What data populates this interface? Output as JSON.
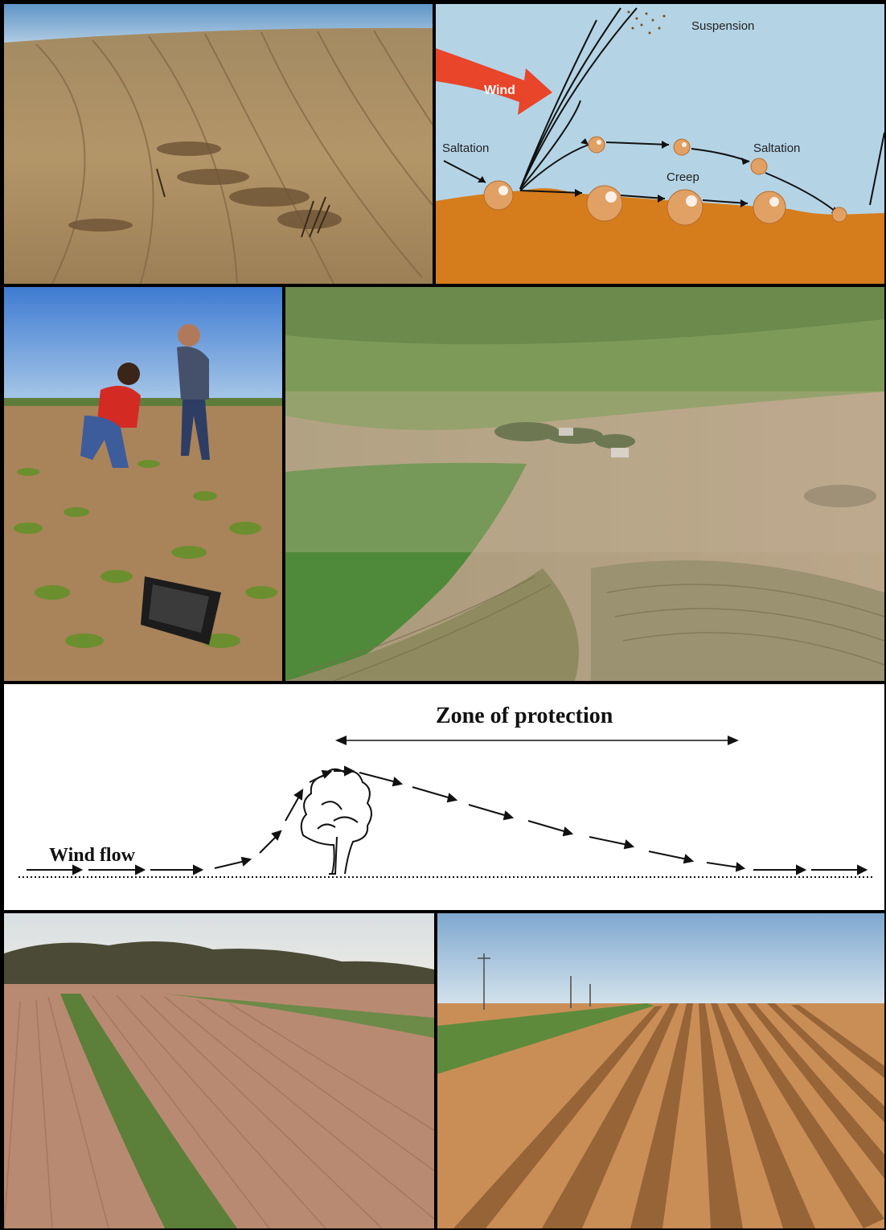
{
  "erosion_diagram": {
    "wind_label": "Wind",
    "suspension_label": "Suspension",
    "saltation_left_label": "Saltation",
    "saltation_right_label": "Saltation",
    "creep_label": "Creep",
    "colors": {
      "sky": "#b4d4e6",
      "soil": "#d57d1c",
      "arrow": "#e8452a",
      "particle": "#e1a064"
    }
  },
  "windbreak_diagram": {
    "title": "Zone of protection",
    "wind_flow_label": "Wind flow",
    "icons": [
      "tree-icon",
      "double-arrow-icon"
    ]
  },
  "photos": [
    "plowed-field-with-sand-ridges",
    "farmers-inspecting-crop-residue",
    "aerial-dust-storm-over-farm",
    "field-with-vegetative-strips",
    "furrowed-field-rows"
  ]
}
